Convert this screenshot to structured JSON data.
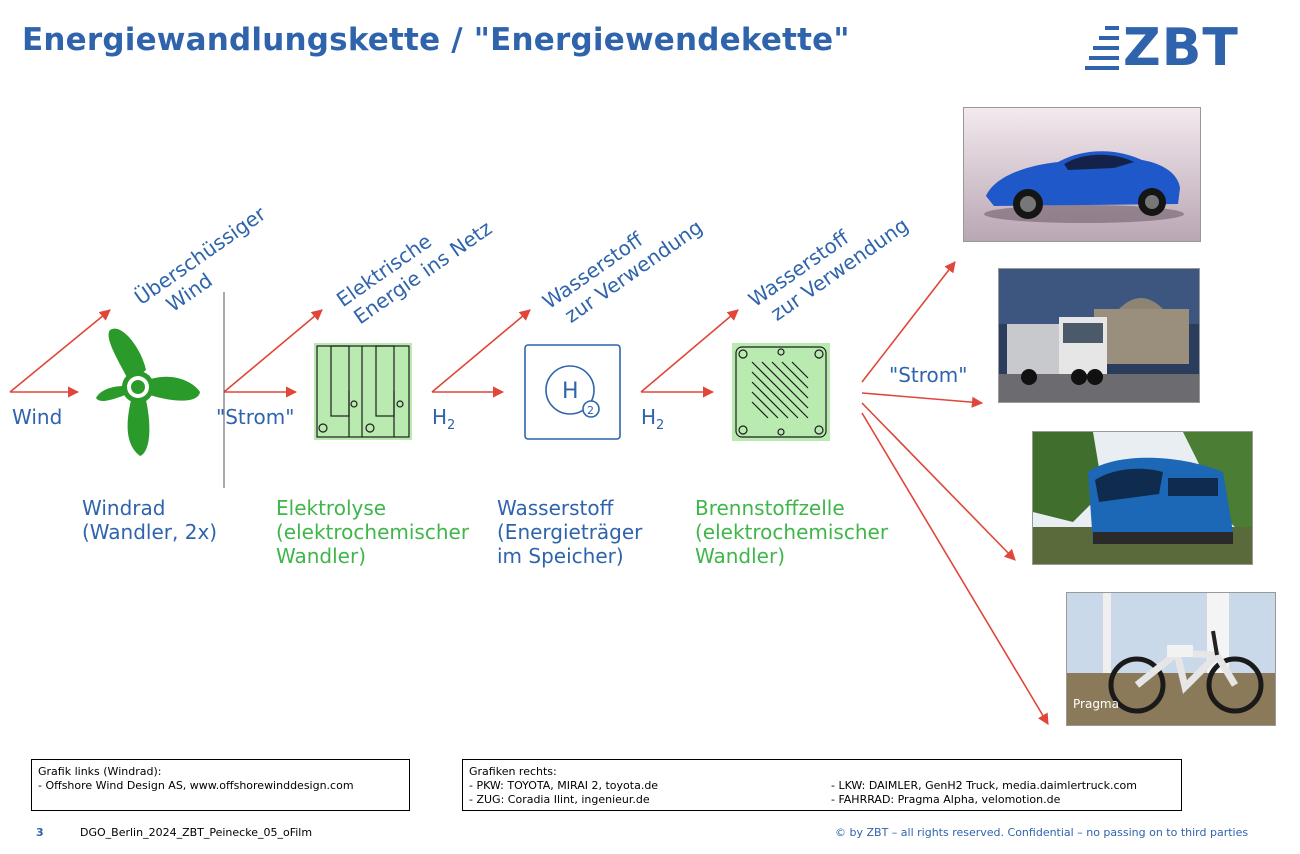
{
  "title": "Energiewandlungskette / \"Energiewendekette\"",
  "logo": {
    "text": "ZBT"
  },
  "flow": {
    "wind_label": "Wind",
    "strom_label": "\"Strom\"",
    "h2_label_1": "H",
    "h2_sub_1": "2",
    "h2_label_2": "H",
    "h2_sub_2": "2",
    "strom_out_label": "\"Strom\"",
    "h2_icon_text": "H",
    "h2_icon_sub": "2"
  },
  "rotated": {
    "wind_excess": [
      "Überschüssiger",
      "Wind"
    ],
    "grid": [
      "Elektrische",
      "Energie ins Netz"
    ],
    "h2_use_1": [
      "Wasserstoff",
      "zur Verwendung"
    ],
    "h2_use_2": [
      "Wasserstoff",
      "zur Verwendung"
    ]
  },
  "stages": [
    {
      "lines": [
        "Windrad",
        "(Wandler, 2x)"
      ],
      "color": "#2f64ac"
    },
    {
      "lines": [
        "Elektrolyse",
        "(elektrochemischer",
        "Wandler)"
      ],
      "color": "#3fb64a"
    },
    {
      "lines": [
        "Wasserstoff",
        "(Energieträger",
        "im Speicher)"
      ],
      "color": "#2f64ac"
    },
    {
      "lines": [
        "Brennstoffzelle",
        "(elektrochemischer",
        "Wandler)"
      ],
      "color": "#3fb64a"
    }
  ],
  "photos": [
    {
      "name": "car-photo",
      "overlay_text": ""
    },
    {
      "name": "truck-photo",
      "overlay_text": ""
    },
    {
      "name": "train-photo",
      "overlay_text": ""
    },
    {
      "name": "bike-photo",
      "overlay_text": "Pragma"
    }
  ],
  "credits_left": {
    "heading": "Grafik links (Windrad):",
    "line1": "- Offshore Wind Design AS, www.offshorewinddesign.com"
  },
  "credits_right": {
    "heading": "Grafiken rechts:",
    "col1": [
      "- PKW: TOYOTA, MIRAI 2, toyota.de",
      "- ZUG: Coradia Ilint, ingenieur.de"
    ],
    "col2": [
      "- LKW: DAIMLER, GenH2 Truck, media.daimlertruck.com",
      "- FAHRRAD: Pragma Alpha, velomotion.de"
    ]
  },
  "footer": {
    "page_number": "3",
    "filename": "DGO_Berlin_2024_ZBT_Peinecke_05_oFilm",
    "copyright": "© by ZBT – all rights reserved. Confidential – no passing on to third parties"
  },
  "colors": {
    "brand_blue": "#2f64ac",
    "green": "#3fb64a",
    "light_green": "#b9eab0",
    "arrow_red": "#e0463a"
  },
  "icons": [
    "wind-turbine-icon",
    "electrolyser-icon",
    "hydrogen-tank-icon",
    "fuel-cell-icon"
  ]
}
